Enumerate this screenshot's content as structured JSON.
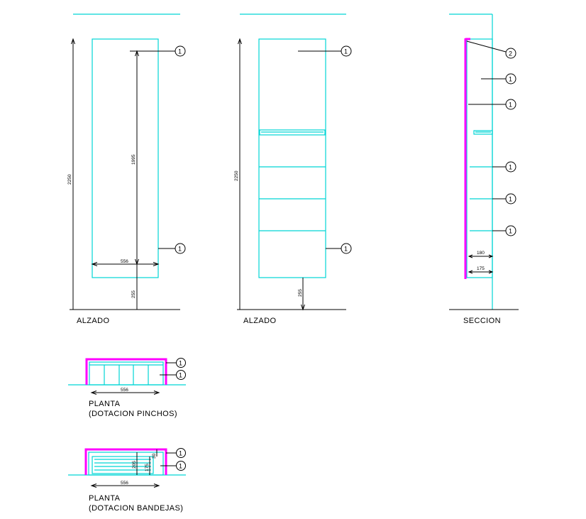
{
  "views": {
    "elevation_1": {
      "label": "ALZADO",
      "dim_height": "2250",
      "dim_inner": "1995",
      "dim_width": "556",
      "dim_base": "255"
    },
    "elevation_2": {
      "label": "ALZADO",
      "dim_height": "2250",
      "dim_base": "255"
    },
    "section": {
      "label": "SECCION",
      "dim_depth_1": "180",
      "dim_depth_2": "175"
    },
    "plan_1": {
      "label_line1": "PLANTA",
      "label_line2": "(DOTACION PINCHOS)",
      "dim_width": "556"
    },
    "plan_2": {
      "label_line1": "PLANTA",
      "label_line2": "(DOTACION BANDEJAS)",
      "dim_width": "556",
      "dim_a": "205",
      "dim_b": "175",
      "dim_c": "30"
    }
  },
  "callouts": {
    "one": "1",
    "two": "2"
  },
  "colors": {
    "cyan": "#00d5d5",
    "magenta": "#ff00ff",
    "black": "#000000"
  }
}
